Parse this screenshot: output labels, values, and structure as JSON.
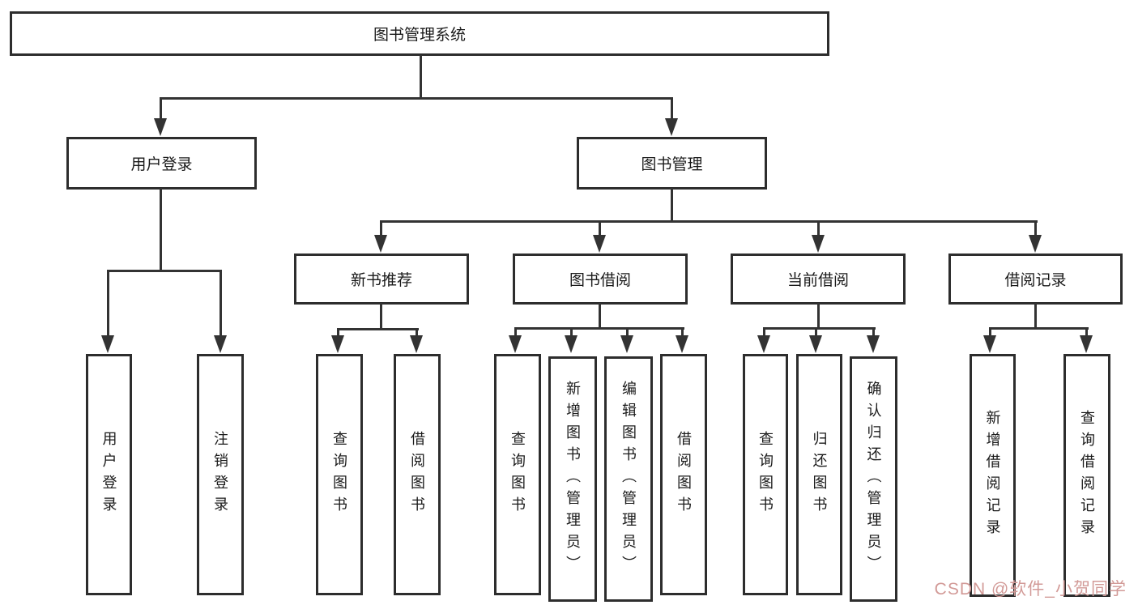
{
  "diagram": {
    "root": {
      "label": "图书管理系统"
    },
    "level2": [
      {
        "label": "用户登录",
        "children": [
          {
            "label": "用户登录"
          },
          {
            "label": "注销登录"
          }
        ]
      },
      {
        "label": "图书管理",
        "children": [
          {
            "label": "新书推荐",
            "children": [
              {
                "label": "查询图书"
              },
              {
                "label": "借阅图书"
              }
            ]
          },
          {
            "label": "图书借阅",
            "children": [
              {
                "label": "查询图书"
              },
              {
                "label": "新增图书（管理员）"
              },
              {
                "label": "编辑图书（管理员）"
              },
              {
                "label": "借阅图书"
              }
            ]
          },
          {
            "label": "当前借阅",
            "children": [
              {
                "label": "查询图书"
              },
              {
                "label": "归还图书"
              },
              {
                "label": "确认归还（管理员）"
              }
            ]
          },
          {
            "label": "借阅记录",
            "children": [
              {
                "label": "新增借阅记录"
              },
              {
                "label": "查询借阅记录"
              }
            ]
          }
        ]
      }
    ]
  },
  "watermark": {
    "text": "CSDN @软件_小贺同学",
    "color": "#d29a97"
  },
  "colors": {
    "line": "#333333",
    "border": "#2d2d2d",
    "text": "#1a1a1a",
    "background": "#ffffff"
  }
}
